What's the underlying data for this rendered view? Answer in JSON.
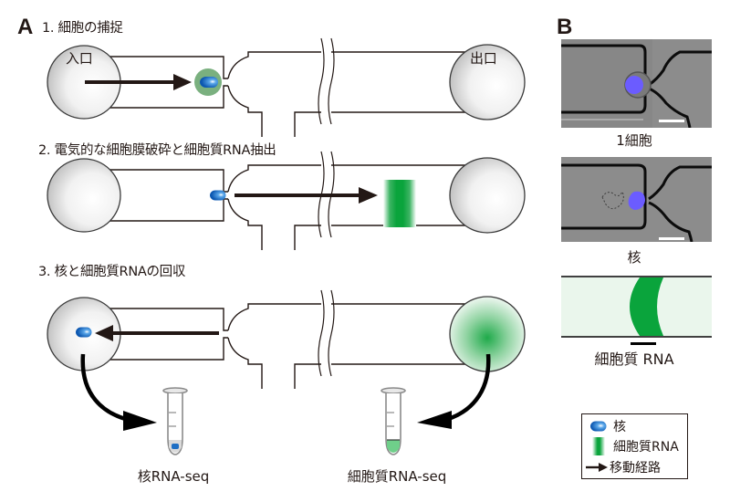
{
  "panel_a": {
    "label": "A",
    "steps": [
      {
        "title": "1. 細胞の捕捉"
      },
      {
        "title": "2. 電気的な細胞膜破砕と細胞質RNA抽出"
      },
      {
        "title": "3. 核と細胞質RNAの回収"
      }
    ],
    "inlet_label": "入口",
    "outlet_label": "出口",
    "outputs": [
      {
        "label": "核RNA-seq"
      },
      {
        "label": "細胞質RNA-seq"
      }
    ]
  },
  "panel_b": {
    "label": "B",
    "images": [
      {
        "caption": "1細胞"
      },
      {
        "caption": "核"
      },
      {
        "caption": "細胞質 RNA"
      }
    ]
  },
  "legend": {
    "items": [
      {
        "icon": "nucleus-icon",
        "label": "核"
      },
      {
        "icon": "cytoplasmic-rna-icon",
        "label": "細胞質RNA"
      },
      {
        "icon": "arrow-right-icon",
        "label": "移動経路"
      }
    ]
  },
  "colors": {
    "nucleus": "#1f6fc4",
    "cell_body": "#7ab07f",
    "rna_green": "#0aa43c",
    "stroke": "#231815",
    "nucleus_fluor": "#6b5cff",
    "micro_bg": "#8a8a8a"
  }
}
